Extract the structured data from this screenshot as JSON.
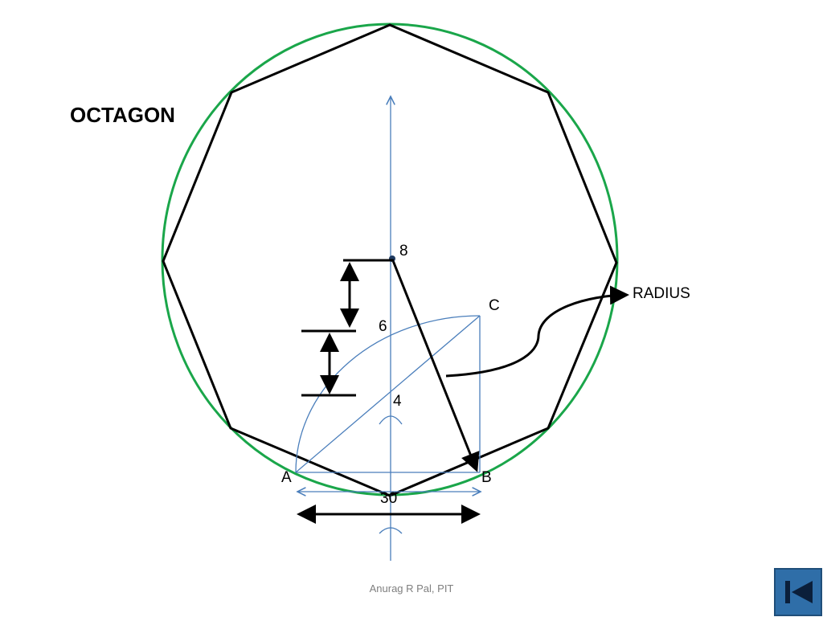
{
  "slide": {
    "title": "OCTAGON",
    "footer": "Anurag R Pal, PIT"
  },
  "labels": {
    "point_8": "8",
    "point_6": "6",
    "point_4": "4",
    "point_c": "C",
    "point_a": "A",
    "point_b": "B",
    "base_length": "30",
    "radius": "RADIUS"
  },
  "colors": {
    "circle": "#1aa64a",
    "construction": "#4a7ebb",
    "outline": "#000000",
    "nav_button": "#2f6ea8"
  },
  "nav": {
    "button_icon": "first-slide-icon"
  }
}
